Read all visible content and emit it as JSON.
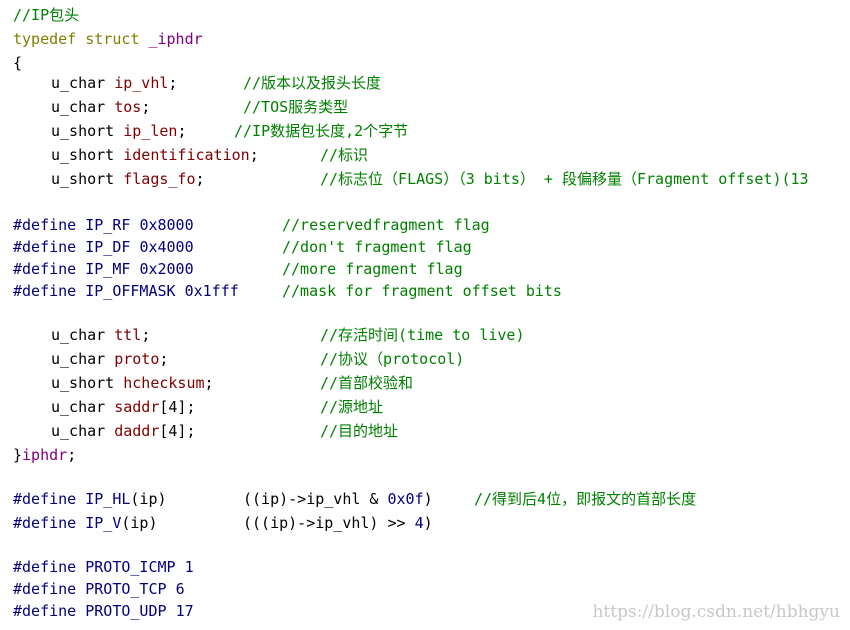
{
  "code": {
    "l01": {
      "comment": "//IP包头"
    },
    "l02": {
      "kw": "typedef struct ",
      "name": "_iphdr"
    },
    "l03": {
      "text": "{"
    },
    "l04": {
      "type": "u_char ",
      "field": "ip_vhl",
      "punct": ";",
      "comment": "//版本以及报头长度"
    },
    "l05": {
      "type": "u_char ",
      "field": "tos",
      "punct": ";",
      "comment": "//TOS服务类型"
    },
    "l06": {
      "type": "u_short ",
      "field": "ip_len",
      "punct": ";",
      "comment": "//IP数据包长度,2个字节"
    },
    "l07": {
      "type": "u_short ",
      "field": "identification",
      "punct": ";",
      "comment": "//标识"
    },
    "l08": {
      "type": "u_short ",
      "field": "flags_fo",
      "punct": ";",
      "comment": "//标志位（FLAGS）（3 bits） + 段偏移量（Fragment offset)(13"
    },
    "l09": {
      "directive": "#define ",
      "name": "IP_RF",
      "value": "0x8000",
      "comment": "//reservedfragment flag"
    },
    "l10": {
      "directive": "#define ",
      "name": "IP_DF",
      "value": "0x4000",
      "comment": "//don't fragment flag"
    },
    "l11": {
      "directive": "#define ",
      "name": "IP_MF",
      "value": "0x2000",
      "comment": "//more fragment flag"
    },
    "l12": {
      "directive": "#define ",
      "name": "IP_OFFMASK",
      "value": "0x1fff",
      "comment": "//mask for fragment offset bits"
    },
    "l13": {
      "type": "u_char ",
      "field": "ttl",
      "punct": ";",
      "comment": "//存活时间(time to live)"
    },
    "l14": {
      "type": "u_char ",
      "field": "proto",
      "punct": ";",
      "comment": "//协议（protocol)"
    },
    "l15": {
      "type": "u_short ",
      "field": "hchecksum",
      "punct": ";",
      "comment": "//首部校验和"
    },
    "l16": {
      "type": "u_char ",
      "field": "saddr",
      "punct": "[4];",
      "comment": "//源地址"
    },
    "l17": {
      "type": "u_char ",
      "field": "daddr",
      "punct": "[4];",
      "comment": "//目的地址"
    },
    "l18": {
      "brace": "}",
      "name": "iphdr",
      "punct": ";"
    },
    "l19": {
      "directive": "#define ",
      "name": "IP_HL",
      "args": "(ip)",
      "body_a": "((ip)->ip_vhl & ",
      "body_num": "0x0f",
      "body_b": ")",
      "comment": "//得到后4位，即报文的首部长度"
    },
    "l20": {
      "directive": "#define ",
      "name": "IP_V",
      "args": "(ip)",
      "body_a": "(((ip)->ip_vhl) >> ",
      "body_num": "4",
      "body_b": ")"
    },
    "l21": {
      "directive": "#define ",
      "name": "PROTO_ICMP",
      "value": "1"
    },
    "l22": {
      "directive": "#define ",
      "name": "PROTO_TCP",
      "value": "6"
    },
    "l23": {
      "directive": "#define ",
      "name": "PROTO_UDP",
      "value": "17"
    }
  },
  "watermark": "https://blog.csdn.net/hbhgyu"
}
